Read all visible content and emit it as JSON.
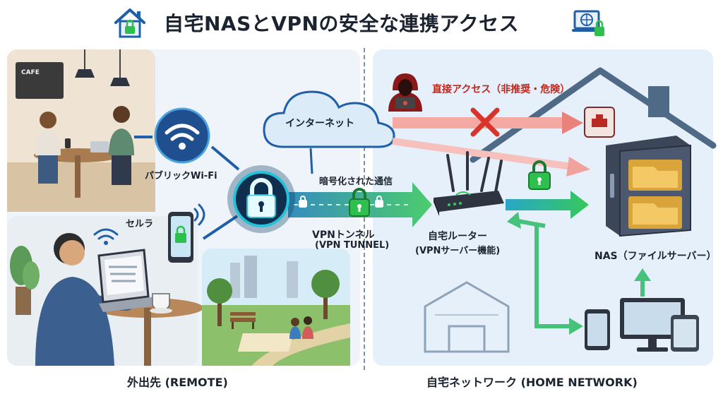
{
  "title": "自宅NASとVPNの安全な連携アクセス",
  "labels": {
    "public_wifi": "パブリックWi-Fi",
    "cellular": "セルラ",
    "internet": "インターネット",
    "encrypted": "暗号化された通信",
    "vpn_tunnel": "VPNトンネル",
    "vpn_tunnel_en": "(VPN TUNNEL)",
    "direct_access": "直接アクセス（非推奨・危険）",
    "router": "自宅ルーター",
    "router_sub": "(VPNサーバー機能)",
    "nas": "NAS（ファイルサーバー）",
    "cafe_sign": "CAFE"
  },
  "sections": {
    "remote": "外出先 (REMOTE)",
    "home": "自宅ネットワーク (HOME NETWORK)"
  },
  "icons": [
    "house-lock-icon",
    "laptop-globe-lock-icon",
    "wifi-icon",
    "smartphone-lock-icon",
    "cloud-icon",
    "padlock-icon",
    "hacker-icon",
    "red-x-icon",
    "router-icon",
    "nas-server-icon",
    "monitor-icon",
    "tablet-icon"
  ],
  "colors": {
    "tunnel": "#2fbf4f",
    "danger": "#d8342b",
    "accent": "#1f5fa8",
    "lock_glow": "#25c1d9"
  }
}
